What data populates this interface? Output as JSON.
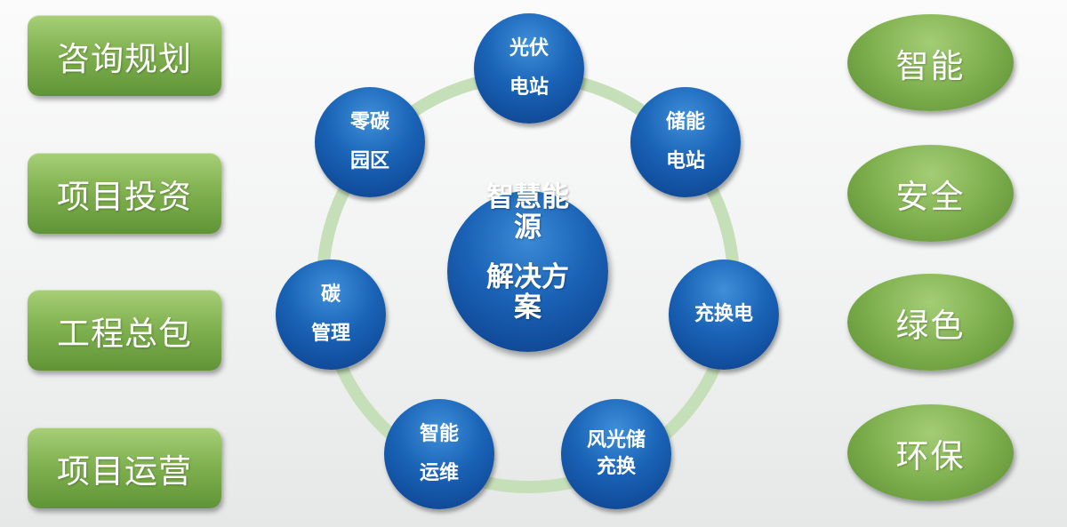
{
  "services": [
    "咨询规划",
    "项目投资",
    "工程总包",
    "项目运营"
  ],
  "values": [
    "智能",
    "安全",
    "绿色",
    "环保"
  ],
  "center": {
    "line1": "智慧能",
    "line2": "源",
    "line3": "解决方",
    "line4": "案"
  },
  "nodes": [
    {
      "line1": "光伏",
      "line2": "电站"
    },
    {
      "line1": "储能",
      "line2": "电站"
    },
    {
      "line1": "充换电",
      "line2": ""
    },
    {
      "line1": "风光储",
      "line2": "充换"
    },
    {
      "line1": "智能",
      "line2": "运维"
    },
    {
      "line1": "碳",
      "line2": "管理"
    },
    {
      "line1": "零碳",
      "line2": "园区"
    }
  ],
  "colors": {
    "green": "#84b453",
    "blue": "#1a63b7",
    "ring": "#c5dfb9"
  }
}
